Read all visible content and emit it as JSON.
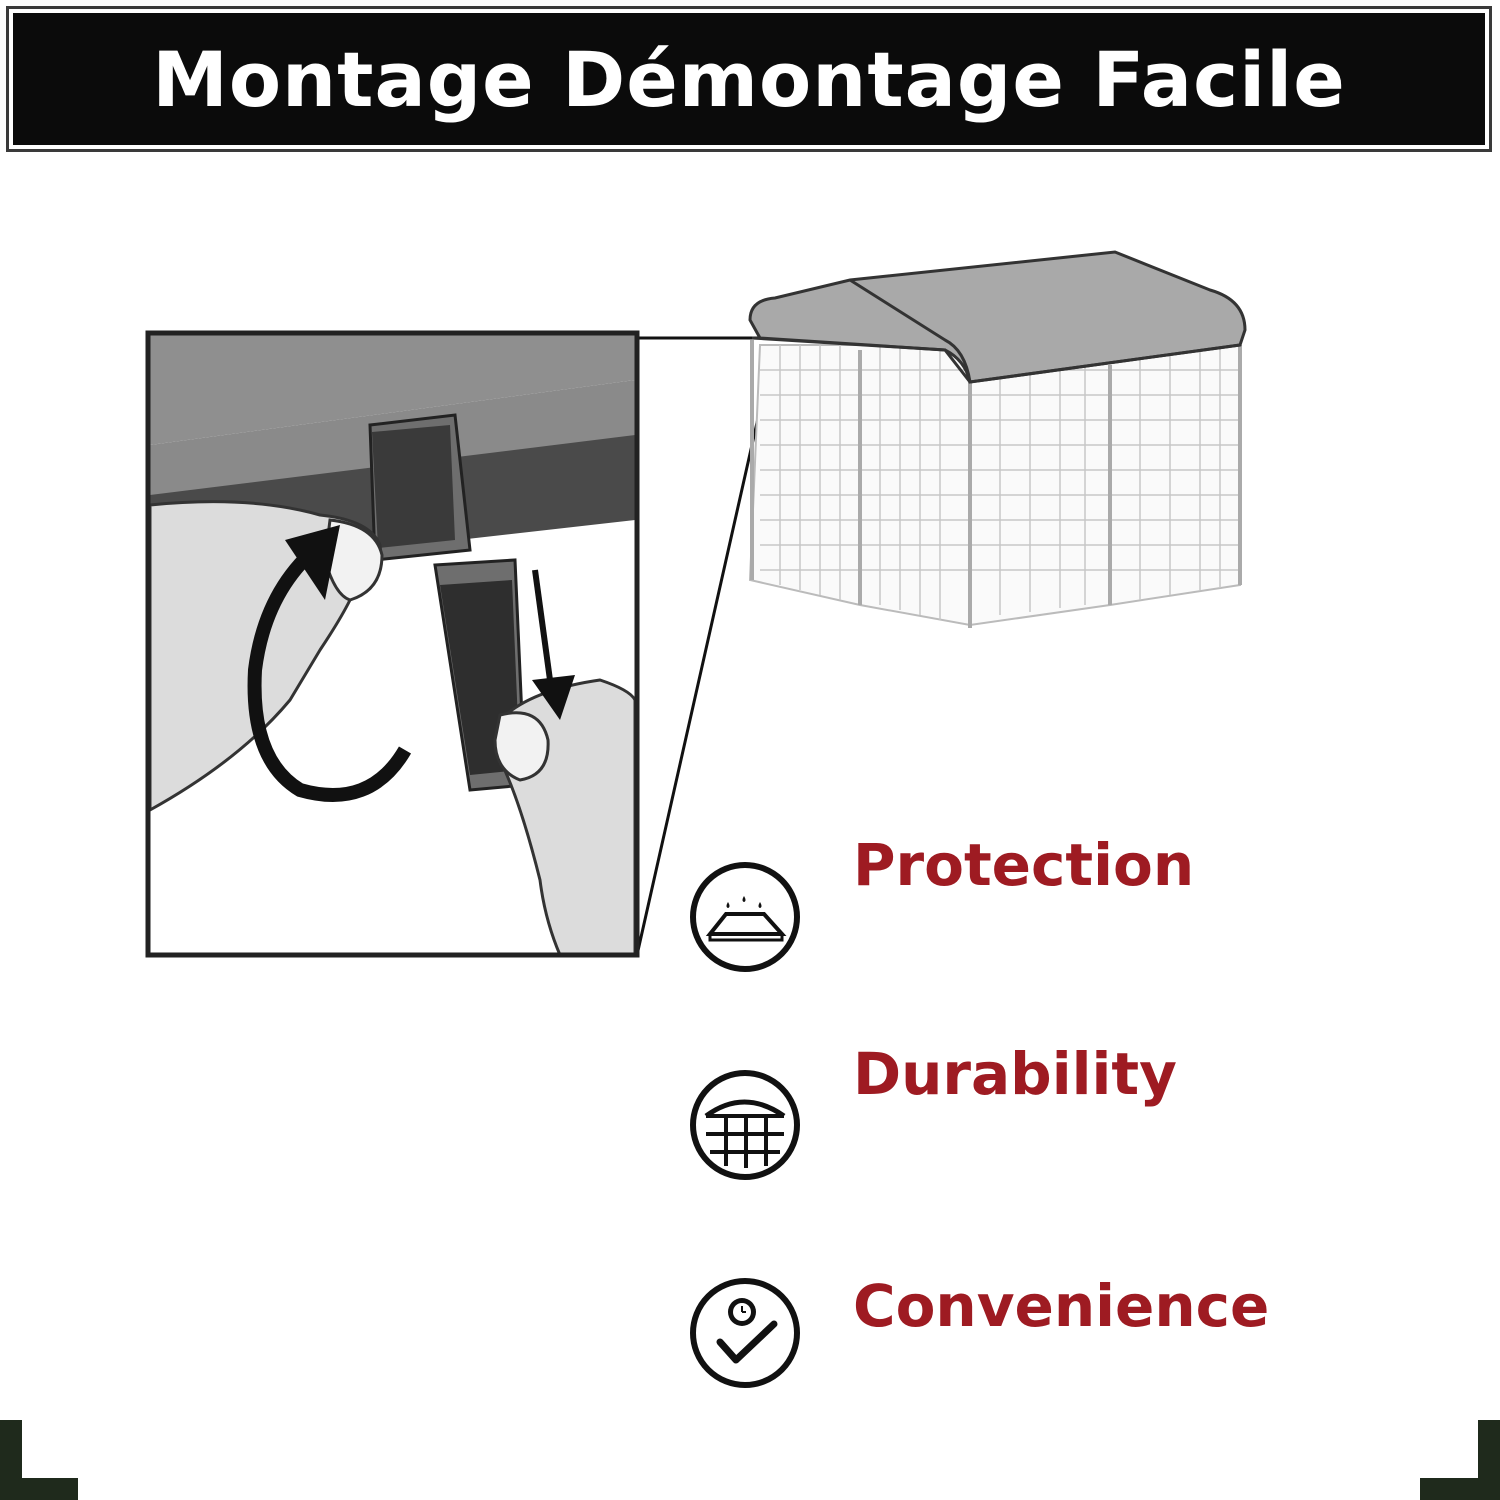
{
  "header": {
    "title": "Montage Démontage Facile"
  },
  "features": [
    {
      "label": "Protection",
      "icon": "roof-rain-icon"
    },
    {
      "label": "Durability",
      "icon": "cage-frame-icon"
    },
    {
      "label": "Convenience",
      "icon": "clock-check-icon"
    }
  ],
  "colors": {
    "banner_bg": "#0b0b0b",
    "feature_text": "#9e1b22",
    "corner_marks": "#1f2a1c"
  }
}
